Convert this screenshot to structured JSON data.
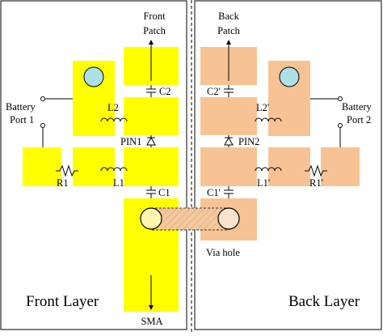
{
  "front": {
    "panel_title": "Front Layer",
    "top_label_line1": "Front",
    "top_label_line2": "Patch",
    "bottom_label": "SMA",
    "battery_line1": "Battery",
    "battery_line2": "Port 1",
    "cap_top": "C2",
    "cap_bottom": "C1",
    "inductor_top": "L2",
    "inductor_bottom": "L1",
    "resistor": "R1",
    "diode": "PIN1",
    "color": "#ffff00"
  },
  "back": {
    "panel_title": "Back Layer",
    "top_label_line1": "Back",
    "top_label_line2": "Patch",
    "battery_line1": "Battery",
    "battery_line2": "Port 2",
    "cap_top": "C2'",
    "cap_bottom": "C1'",
    "inductor_top": "L2'",
    "inductor_bottom": "L1'",
    "resistor": "R1'",
    "diode": "PIN2",
    "via_label": "Via hole",
    "color": "#f7c394"
  },
  "via_color": "#aee0e8"
}
